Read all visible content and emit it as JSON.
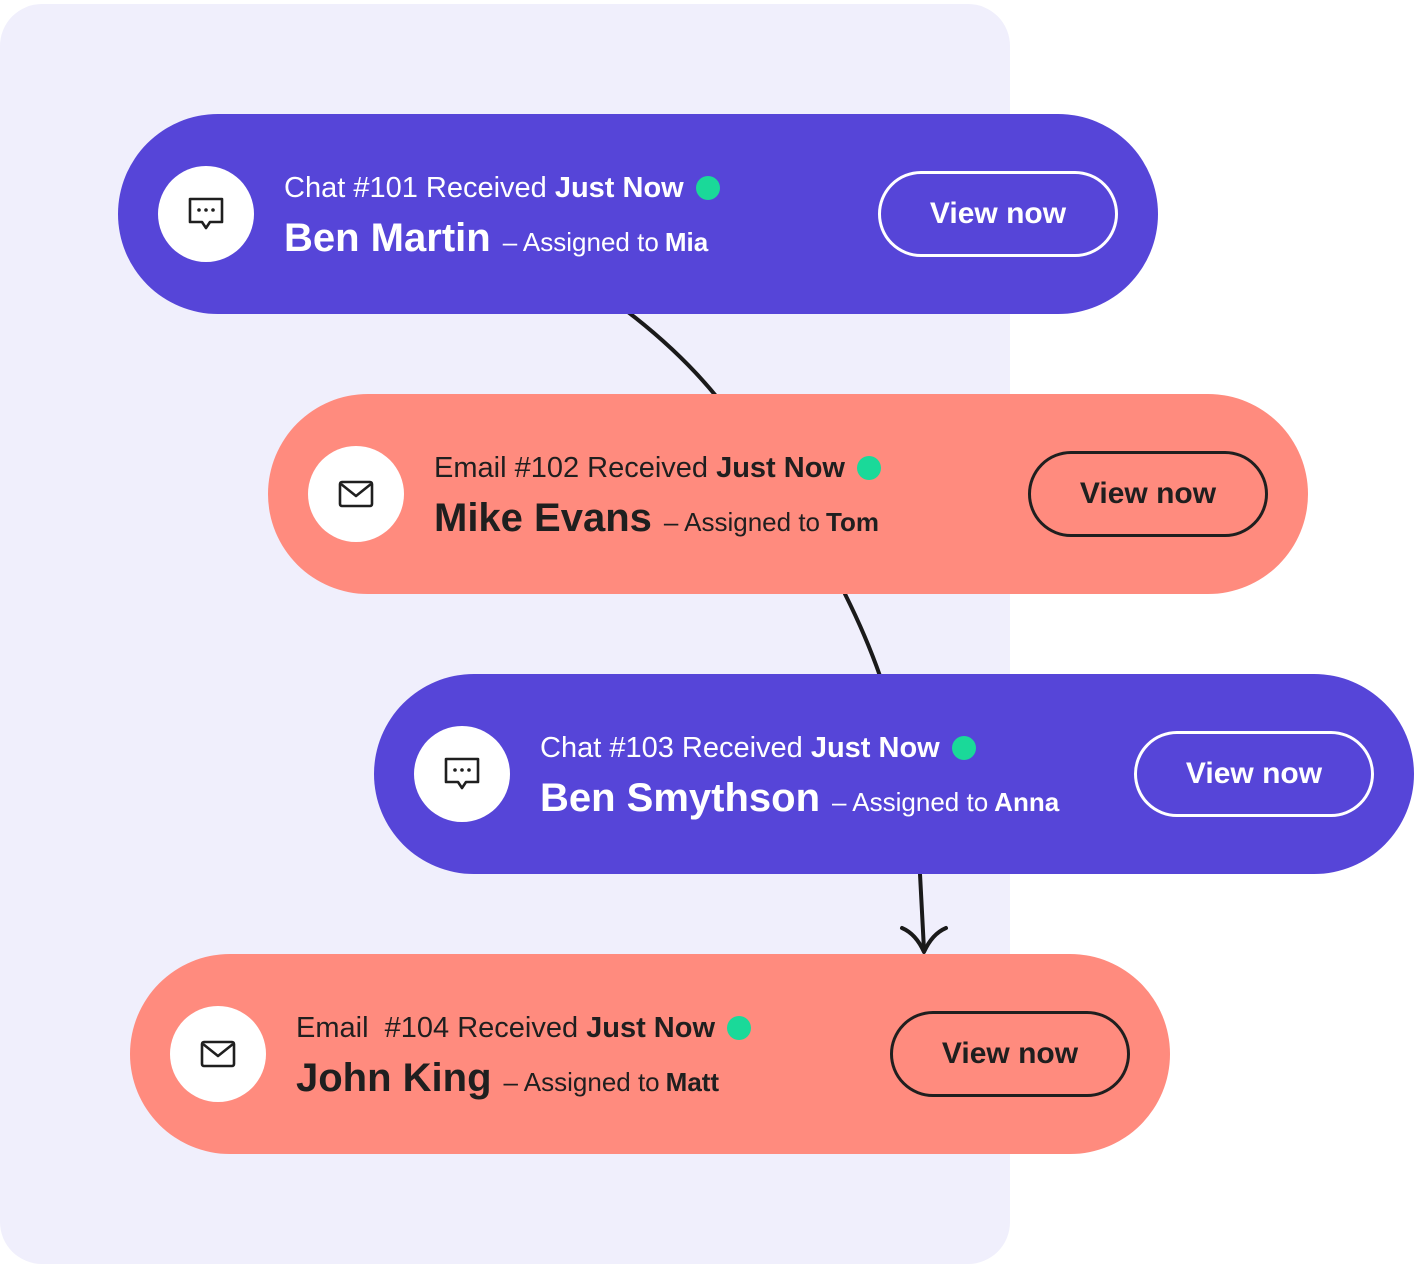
{
  "colors": {
    "chat": "#5645d8",
    "email": "#ff8b7e",
    "panel": "#f0effc",
    "live_dot": "#1ad999"
  },
  "cards": [
    {
      "kind": "chat",
      "icon": "chat-bubble-icon",
      "channel": "Chat",
      "number": "#101",
      "received": "Received",
      "time": "Just Now",
      "name": "Ben Martin",
      "assigned_prefix": "– Assigned to",
      "assignee": "Mia",
      "button": "View now"
    },
    {
      "kind": "email",
      "icon": "envelope-icon",
      "channel": "Email",
      "number": "#102",
      "received": "Received",
      "time": "Just Now",
      "name": "Mike Evans",
      "assigned_prefix": "– Assigned to",
      "assignee": "Tom",
      "button": "View now"
    },
    {
      "kind": "chat",
      "icon": "chat-bubble-icon",
      "channel": "Chat",
      "number": "#103",
      "received": "Received",
      "time": "Just Now",
      "name": "Ben Smythson",
      "assigned_prefix": "– Assigned to",
      "assignee": "Anna",
      "button": "View now"
    },
    {
      "kind": "email",
      "icon": "envelope-icon",
      "channel": "Email",
      "number": "#104",
      "received": "Received",
      "time": "Just Now",
      "name": "John King",
      "assigned_prefix": "– Assigned to",
      "assignee": "Matt",
      "button": "View now"
    }
  ]
}
